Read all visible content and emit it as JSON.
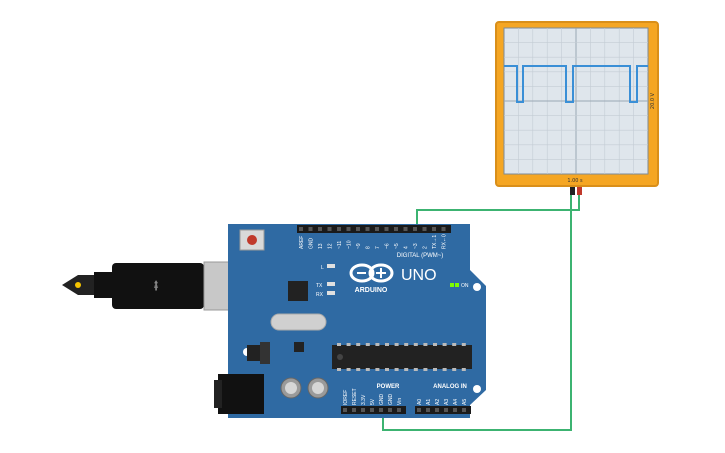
{
  "colors": {
    "board": "#2f6aa3",
    "board_dark": "#24527f",
    "oscilloscope_frame": "#f5a623",
    "trace": "#3a8fd6",
    "wire": "#3cb371",
    "screen_bg": "#dfe6ec"
  },
  "oscilloscope": {
    "time_per_div": "1.00 s",
    "volts_per_div": "20.0 V"
  },
  "board": {
    "brand": "ARDUINO",
    "model": "UNO",
    "on_label": "ON",
    "led_l": "L",
    "led_tx": "TX",
    "led_rx": "RX",
    "digital_header_title": "DIGITAL (PWM~)",
    "digital_pins": [
      "AREF",
      "GND",
      "13",
      "12",
      "~11",
      "~10",
      "~9",
      "8",
      "7",
      "~6",
      "~5",
      "4",
      "~3",
      "2",
      "TX→1",
      "RX←0"
    ],
    "power_title": "POWER",
    "power_pins": [
      "IOREF",
      "RESET",
      "3.3V",
      "5V",
      "GND",
      "GND",
      "Vin"
    ],
    "analog_title": "ANALOG IN",
    "analog_pins": [
      "A0",
      "A1",
      "A2",
      "A3",
      "A4",
      "A5"
    ]
  },
  "icons": {
    "usb": "usb-symbol-icon"
  }
}
